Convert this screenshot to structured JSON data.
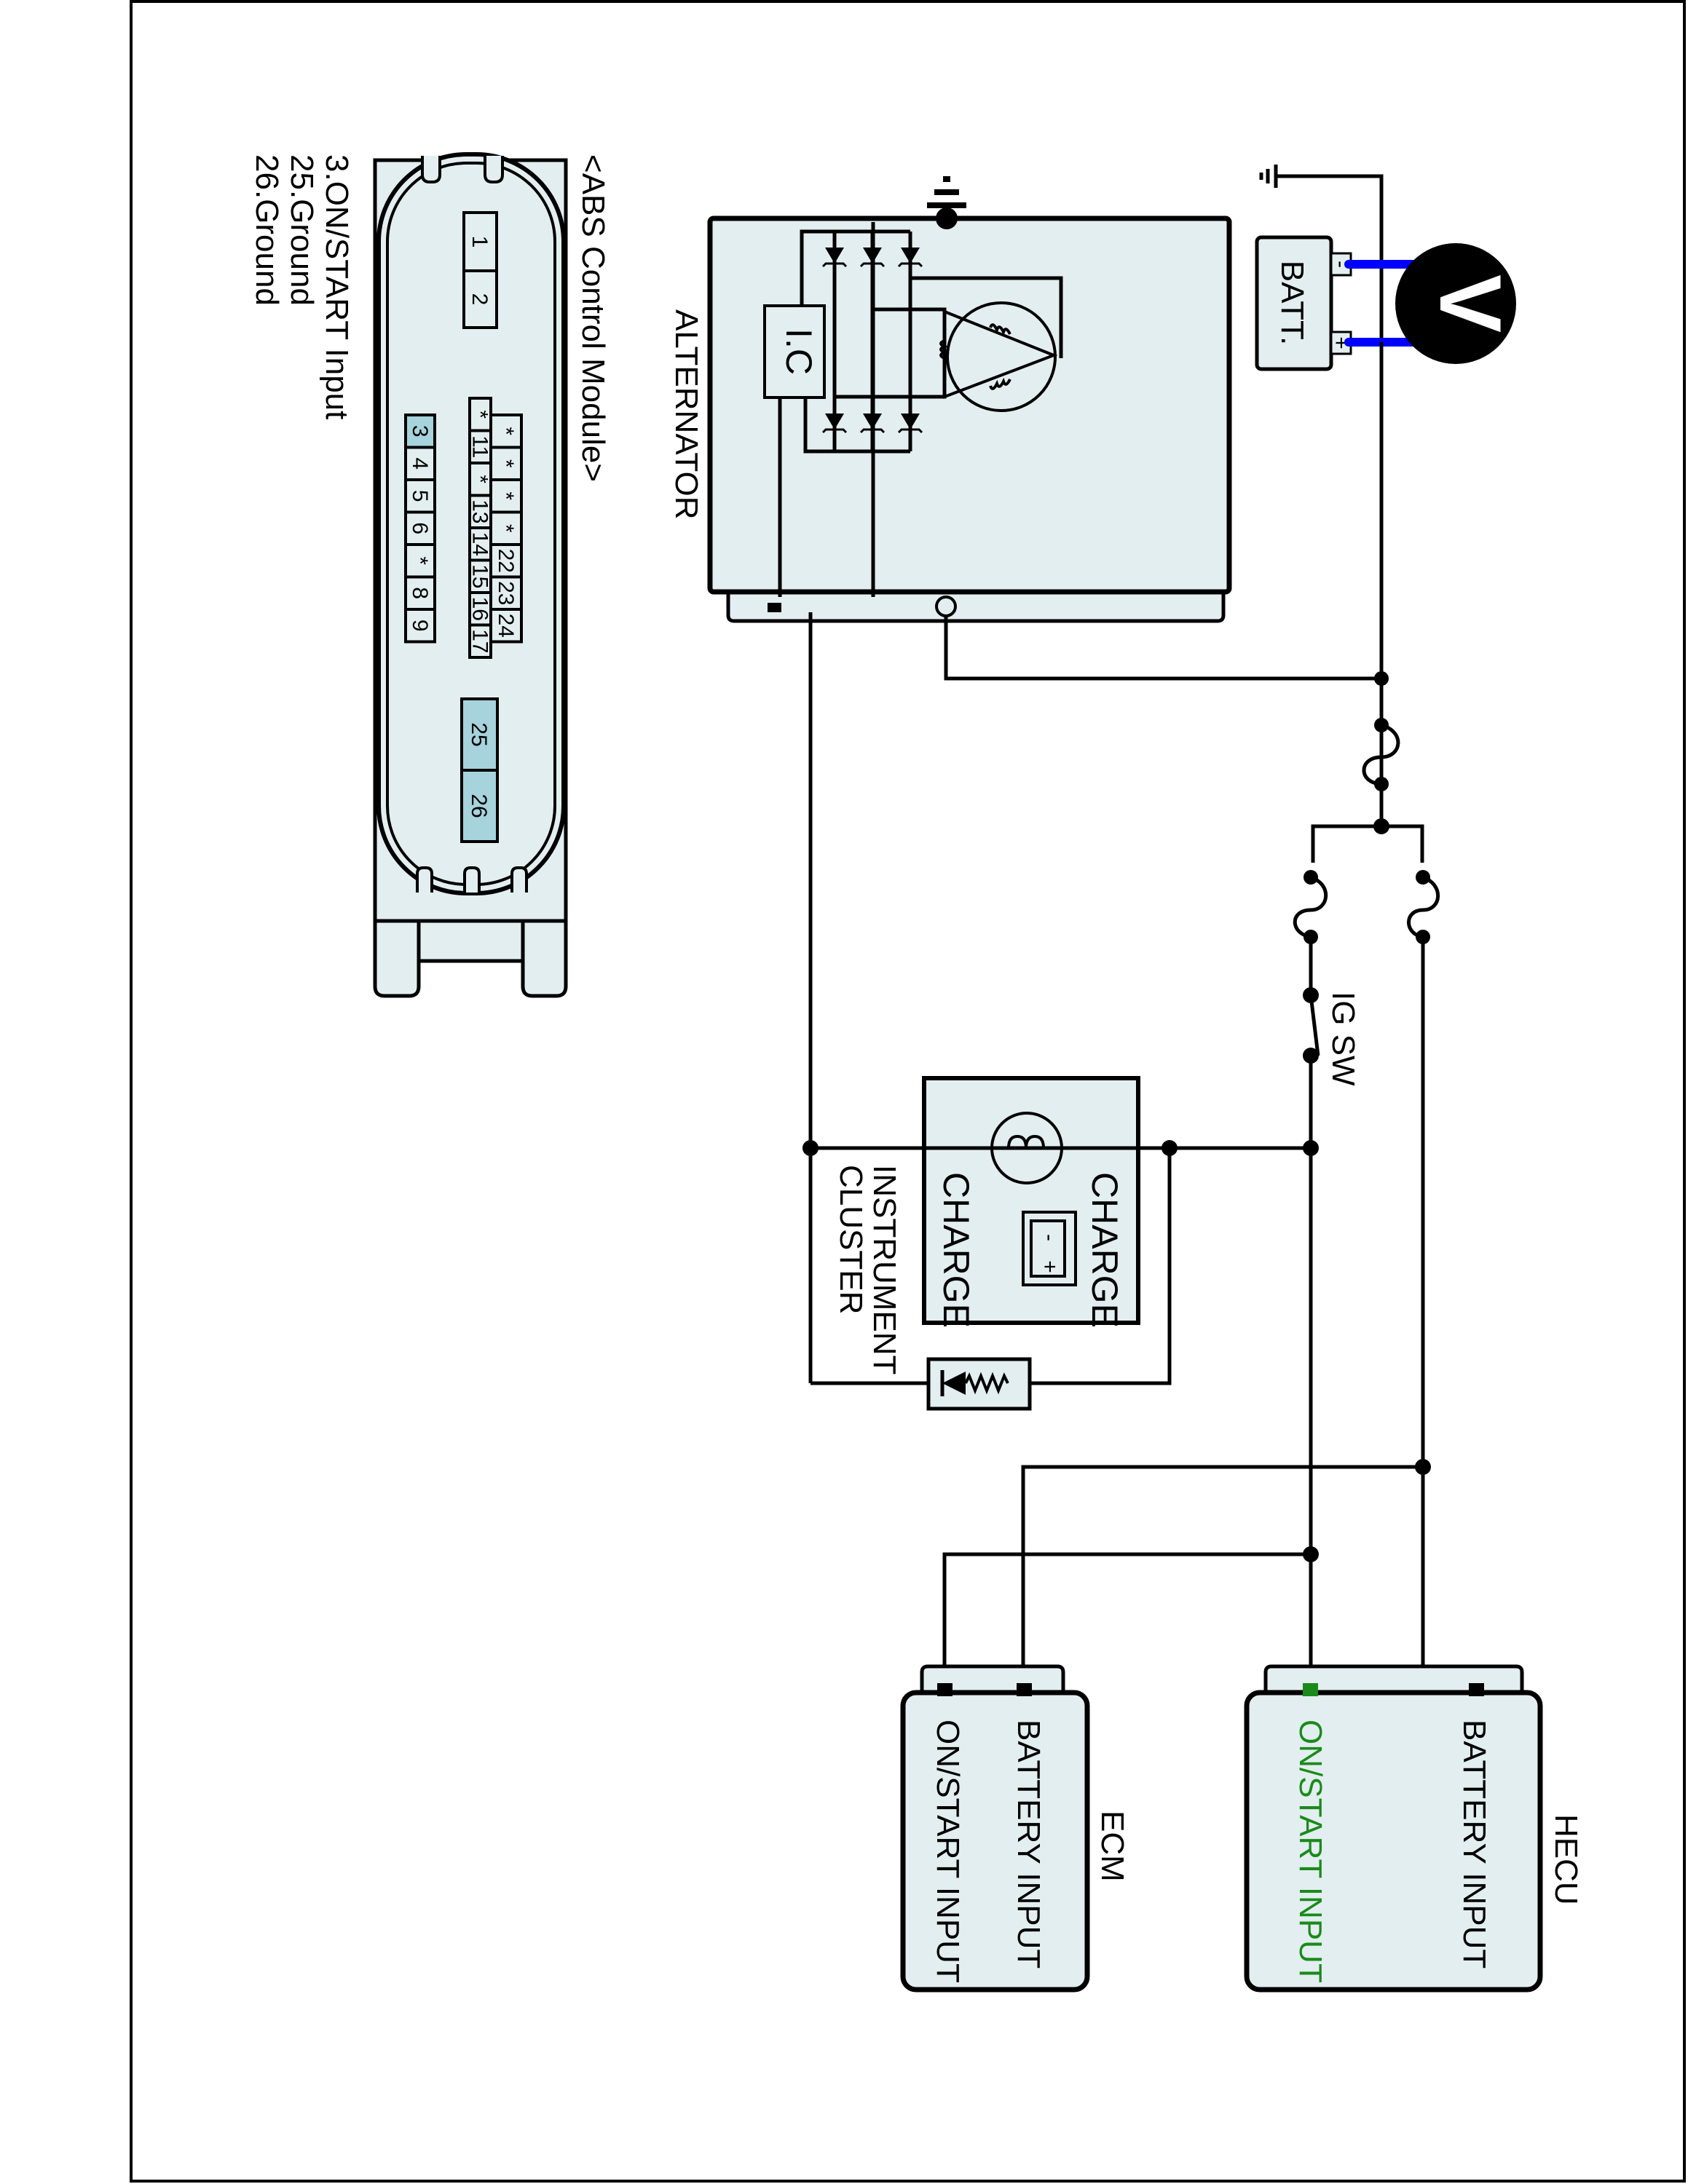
{
  "diagram": {
    "title": "Charging System / ABS Control Module Power Circuit",
    "colors": {
      "component_fill": "#e3eef0",
      "highlight_pin": "#a6d3dc",
      "meter_lead": "#0000ff",
      "on_start_highlight": "#1a8a1a",
      "line": "#000000"
    },
    "abs_module": {
      "title": "<ABS Control Module>",
      "legend": [
        "3.ON/START Input",
        "25.Ground",
        "26.Ground"
      ],
      "pins_large": [
        "1",
        "2"
      ],
      "pins_row_a": [
        "3",
        "4",
        "5",
        "6",
        "*",
        "8",
        "9"
      ],
      "pins_row_b": [
        "*",
        "11",
        "*",
        "13",
        "14",
        "15",
        "16",
        "17"
      ],
      "pins_row_c": [
        "*",
        "*",
        "*",
        "*",
        "22",
        "23",
        "24"
      ],
      "pins_ground": [
        "25",
        "26"
      ],
      "highlighted_pins": [
        "3",
        "25",
        "26"
      ]
    },
    "alternator": {
      "label": "ALTERNATOR",
      "ic_label": "I.C"
    },
    "battery": {
      "label": "BATT.",
      "neg": "-",
      "pos": "+"
    },
    "voltmeter": {
      "label": "V"
    },
    "ig_switch": {
      "label": "IG SW"
    },
    "instrument_cluster": {
      "label_line1": "INSTRUMENT",
      "label_line2": "CLUSTER",
      "lamp_text_top": "CHARGE",
      "lamp_text_bottom": "CHARGE",
      "batt_icon_neg": "-",
      "batt_icon_pos": "+"
    },
    "hecu": {
      "label": "HECU",
      "inputs": [
        "BATTERY INPUT",
        "ON/START INPUT"
      ]
    },
    "ecm": {
      "label": "ECM",
      "inputs": [
        "BATTERY INPUT",
        "ON/START INPUT"
      ]
    }
  }
}
